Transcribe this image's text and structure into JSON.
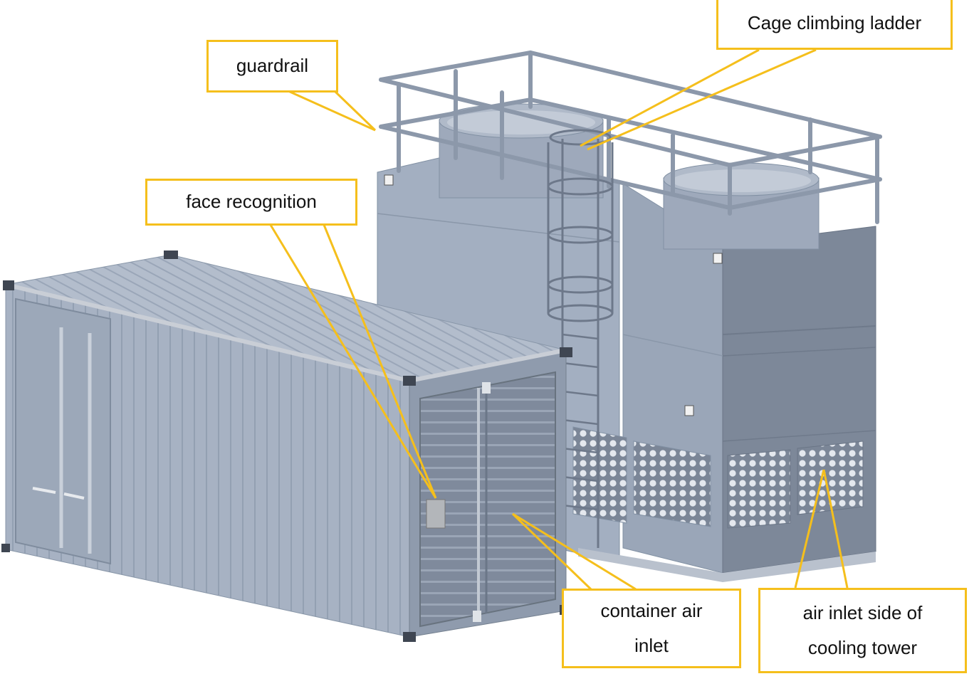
{
  "callouts": {
    "cage_ladder": "Cage climbing ladder",
    "guardrail": "guardrail",
    "face_recognition": "face recognition",
    "container_air_inlet": [
      "container air",
      "inlet"
    ],
    "tower_air_inlet": [
      "air inlet side of",
      "cooling tower"
    ]
  },
  "caption": "",
  "colors": {
    "callout_border": "#f5bf1c",
    "container_body": "#a8b3c4",
    "container_front": "#8f9bad",
    "tower_light": "#a3afc1",
    "tower_dark": "#7d8899",
    "louver_frame": "#e2e6ec"
  },
  "icons": [
    "hinge-icon",
    "door-latch-icon",
    "corner-casting-icon",
    "fan-cylinder-icon"
  ]
}
